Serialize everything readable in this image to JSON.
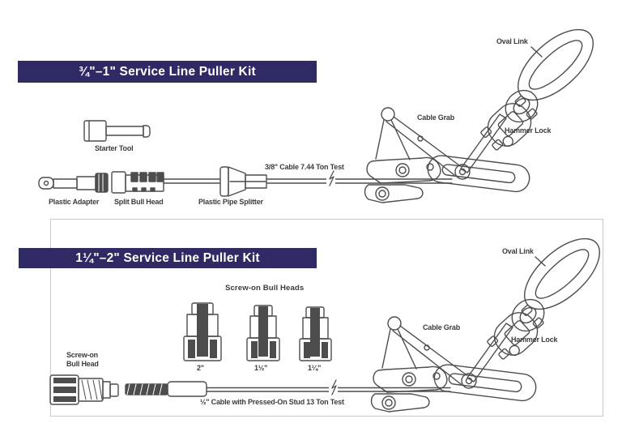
{
  "palette": {
    "banner_bg": "#2f2a63",
    "banner_text": "#ffffff",
    "line_art": "#4d4d4d",
    "label_text": "#3c3c3c",
    "box_border": "#c9c9c9"
  },
  "kit1": {
    "title": "¾\"–1\" Service Line Puller Kit",
    "labels": {
      "starter_tool": "Starter Tool",
      "plastic_adapter": "Plastic Adapter",
      "split_bull_head": "Split Bull Head",
      "plastic_pipe_splitter": "Plastic Pipe Splitter",
      "cable": "3/8\" Cable 7.44 Ton Test",
      "cable_grab": "Cable Grab",
      "oval_link": "Oval Link",
      "hammer_lock": "Hammer Lock"
    }
  },
  "kit2": {
    "title": "1¼\"–2\" Service Line Puller Kit",
    "labels": {
      "screw_on_bull_heads_title": "Screw-on Bull Heads",
      "size_2": "2\"",
      "size_1_5": "1½\"",
      "size_1_25": "1¼\"",
      "screw_on_line1": "Screw-on",
      "screw_on_line2": "Bull Head",
      "cable": "½\" Cable with Pressed-On Stud 13 Ton Test",
      "cable_grab": "Cable Grab",
      "oval_link": "Oval Link",
      "hammer_lock": "Hammer Lock"
    }
  }
}
